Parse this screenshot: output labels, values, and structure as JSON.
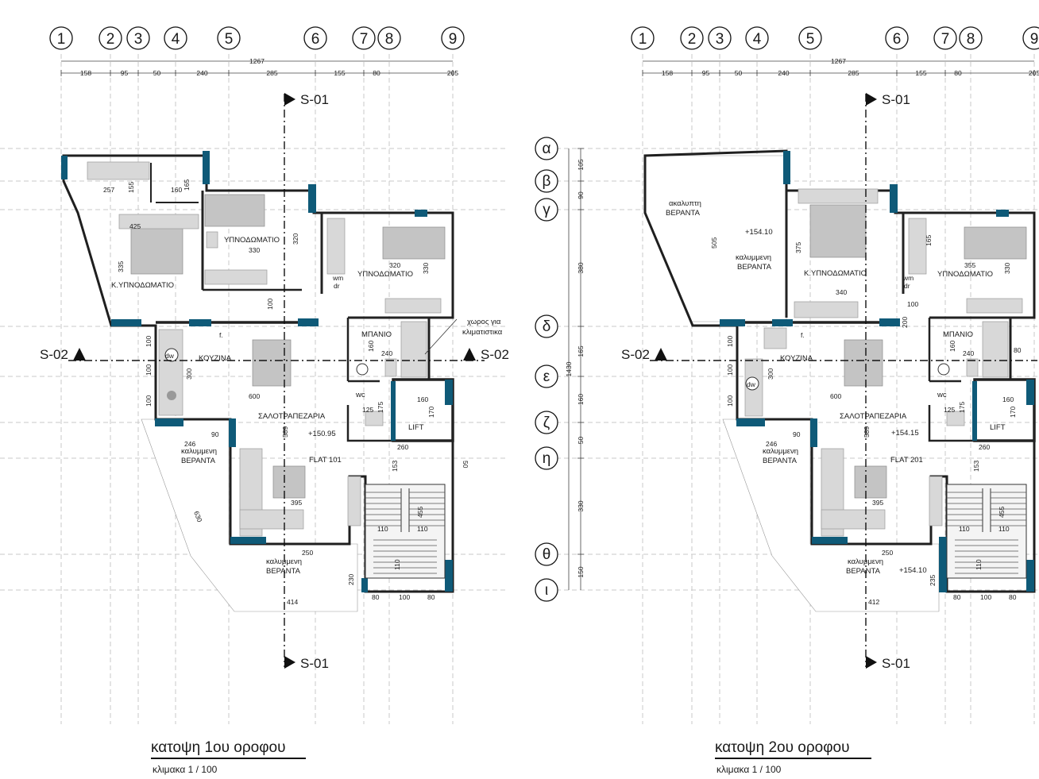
{
  "grid_columns": [
    "1",
    "2",
    "3",
    "4",
    "5",
    "6",
    "7",
    "8",
    "9"
  ],
  "grid_rows": [
    "α",
    "β",
    "γ",
    "δ",
    "ε",
    "ζ",
    "η",
    "θ",
    "ι"
  ],
  "column_dimensions": {
    "total": "1267",
    "segments": [
      "158",
      "95",
      "50",
      "240",
      "285",
      "155",
      "80",
      "205"
    ]
  },
  "row_dimensions": {
    "total": "1430",
    "segments": [
      "105",
      "90",
      "380",
      "165",
      "160",
      "50",
      "330",
      "150"
    ]
  },
  "section_marks": {
    "s01": "S-01",
    "s02": "S-02"
  },
  "plans": [
    {
      "title": "κατοψη 1ου οροφου",
      "scale": "κλιμακα 1 / 100",
      "flat": "FLAT 101",
      "level": "+150.95",
      "rooms": {
        "master_bedroom": "Κ.ΥΠΝΟΔΩΜΑΤΙΟ",
        "bedroom_a": "ΥΠΝΟΔΩΜΑΤΙΟ",
        "bedroom_b": "ΥΠΝΟΔΩΜΑΤΙΟ",
        "bathroom": "ΜΠΑΝΙΟ",
        "kitchen": "ΚΟΥΖΙΝΑ",
        "living": "ΣΑΛΟΤΡΑΠΕΖΑΡΙΑ",
        "wc": "wc",
        "lift": "LIFT",
        "covered_a": "καλυμμενη",
        "veranda_a": "ΒΕΡΑΝΤΑ",
        "covered_b": "καλυμμενη",
        "veranda_b": "ΒΕΡΑΝΤΑ",
        "ac_space_1": "χωρος για",
        "ac_space_2": "κλιματιστικα",
        "dw": "dw",
        "wm": "wm",
        "dr": "dr",
        "f": "f."
      },
      "dims": [
        "257",
        "155",
        "160",
        "165",
        "425",
        "335",
        "330",
        "320",
        "320",
        "330",
        "100",
        "100",
        "100",
        "100",
        "300",
        "600",
        "240",
        "160",
        "175",
        "125",
        "160",
        "170",
        "260",
        "153",
        "455",
        "110",
        "110",
        "110",
        "246",
        "90",
        "395",
        "250",
        "230",
        "414",
        "589",
        "80",
        "100",
        "80",
        "50",
        "630"
      ]
    },
    {
      "title": "κατοψη 2ου οροφου",
      "scale": "κλιμακα 1 / 100",
      "flat": "FLAT 201",
      "level": "+154.15",
      "level_top": "+154.10",
      "level_veranda": "+154.10",
      "rooms": {
        "open_1": "ακαλυπτη",
        "open_2": "ΒΕΡΑΝΤΑ",
        "covered_top_1": "καλυμμενη",
        "covered_top_2": "ΒΕΡΑΝΤΑ",
        "master_bedroom": "Κ.ΥΠΝΟΔΩΜΑΤΙΟ",
        "bedroom_b": "ΥΠΝΟΔΩΜΑΤΙΟ",
        "bathroom": "ΜΠΑΝΙΟ",
        "kitchen": "ΚΟΥΖΙΝΑ",
        "living": "ΣΑΛΟΤΡΑΠΕΖΑΡΙΑ",
        "wc": "wc",
        "lift": "LIFT",
        "covered_a": "καλυμμενη",
        "veranda_a": "ΒΕΡΑΝΤΑ",
        "covered_b": "καλυμμενη",
        "veranda_b": "ΒΕΡΑΝΤΑ",
        "dw": "dw",
        "wm": "wm",
        "dr": "dr",
        "f": "f."
      },
      "dims": [
        "505",
        "375",
        "165",
        "355",
        "330",
        "340",
        "100",
        "200",
        "100",
        "100",
        "100",
        "300",
        "600",
        "240",
        "80",
        "160",
        "175",
        "125",
        "160",
        "170",
        "260",
        "153",
        "455",
        "110",
        "110",
        "110",
        "246",
        "90",
        "395",
        "250",
        "235",
        "412",
        "589",
        "80",
        "100",
        "80"
      ]
    }
  ]
}
